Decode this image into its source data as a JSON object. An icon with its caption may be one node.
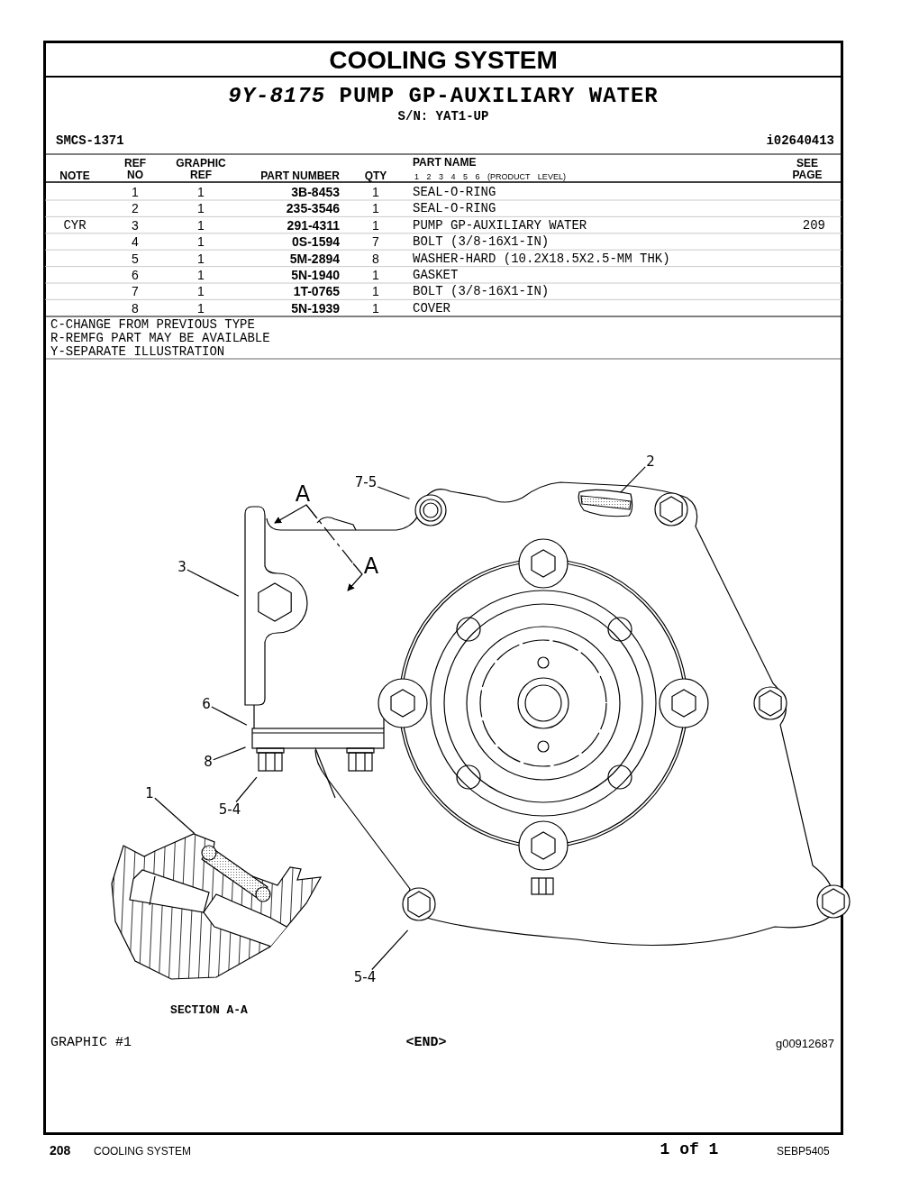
{
  "diagram": {
    "title": "COOLING SYSTEM",
    "nodes": [
      {
        "text": [
          "7-5"
        ]
      },
      {
        "text": [
          "2"
        ]
      },
      {
        "text": [
          "3"
        ]
      },
      {
        "text": [
          "6"
        ]
      },
      {
        "text": [
          "8"
        ]
      },
      {
        "text": [
          "1"
        ]
      },
      {
        "text": [
          "5-4"
        ]
      },
      {
        "text": [
          "5-4"
        ]
      }
    ],
    "edges": [
      {
        "from": 0,
        "to": null,
        "arrow": "none"
      },
      {
        "from": 1,
        "to": null,
        "arrow": "none"
      },
      {
        "from": 2,
        "to": null,
        "arrow": "none"
      },
      {
        "from": 3,
        "to": null,
        "arrow": "none"
      },
      {
        "from": 4,
        "to": null,
        "arrow": "none"
      },
      {
        "from": 5,
        "to": null,
        "arrow": "none"
      },
      {
        "from": 6,
        "to": null,
        "arrow": "none"
      },
      {
        "from": 7,
        "to": null,
        "arrow": "none"
      }
    ],
    "labels": [
      "*9Y-8175* PUMP GP-AUXILIARY WATER",
      "S/N: YAT1-UP",
      "SMCS-1371",
      "i02640413",
      "NOTE",
      "REF NO",
      "GRAPHIC REF",
      "PART NUMBER",
      "QTY",
      "PART NAME",
      "1 2 3 4 5 6 (PRODUCT LEVEL)",
      "SEE PAGE",
      "1",
      "1",
      "3B-8453",
      "1",
      "SEAL-O-RING",
      "2",
      "1",
      "235-3546",
      "1",
      "SEAL-O-RING",
      "CYR",
      "3",
      "1",
      "291-4311",
      "1",
      "PUMP GP-AUXILIARY WATER",
      "209",
      "4",
      "1",
      "0S-1594",
      "7",
      "BOLT (3/8-16X1-IN)",
      "5",
      "1",
      "5M-2894",
      "8",
      "WASHER-HARD (10.2X18.5X2.5-MM THK)",
      "6",
      "1",
      "5N-1940",
      "1",
      "GASKET",
      "7",
      "1",
      "1T-0765",
      "1",
      "BOLT (3/8-16X1-IN)",
      "8",
      "1",
      "5N-1939",
      "1",
      "COVER",
      "C-CHANGE FROM PREVIOUS TYPE",
      "R-REMFG PART MAY BE AVAILABLE",
      "Y-SEPARATE ILLUSTRATION",
      "A",
      "A",
      "SECTION A-A",
      "GRAPHIC #1",
      "<END>",
      "g00912687",
      "208",
      "COOLING SYSTEM",
      "1 of 1",
      "SEBP5405"
    ]
  }
}
